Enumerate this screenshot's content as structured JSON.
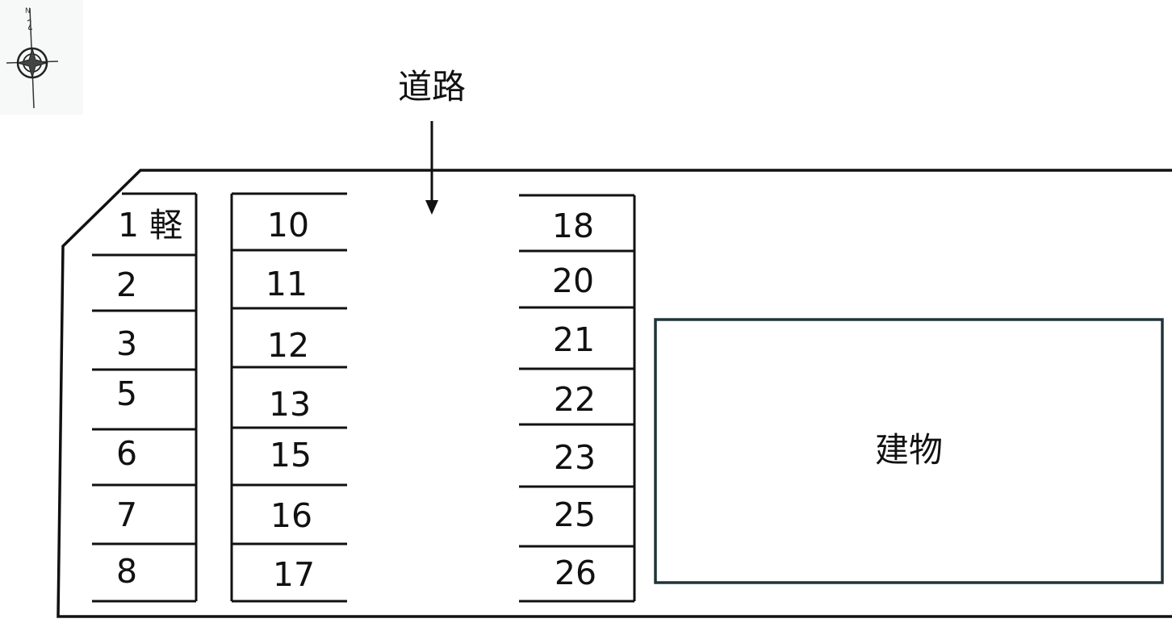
{
  "road_label": "道路",
  "building_label": "建物",
  "compass": {
    "north_label": "N",
    "icon": "compass-rose-icon"
  },
  "columns": {
    "left": [
      "1 軽",
      "2",
      "3",
      "5",
      "6",
      "7",
      "8"
    ],
    "middle": [
      "10",
      "11",
      "12",
      "13",
      "15",
      "16",
      "17"
    ],
    "right": [
      "18",
      "20",
      "21",
      "22",
      "23",
      "25",
      "26"
    ]
  },
  "colors": {
    "line": "#111111",
    "building_border": "#1f3439",
    "background": "#ffffff"
  }
}
